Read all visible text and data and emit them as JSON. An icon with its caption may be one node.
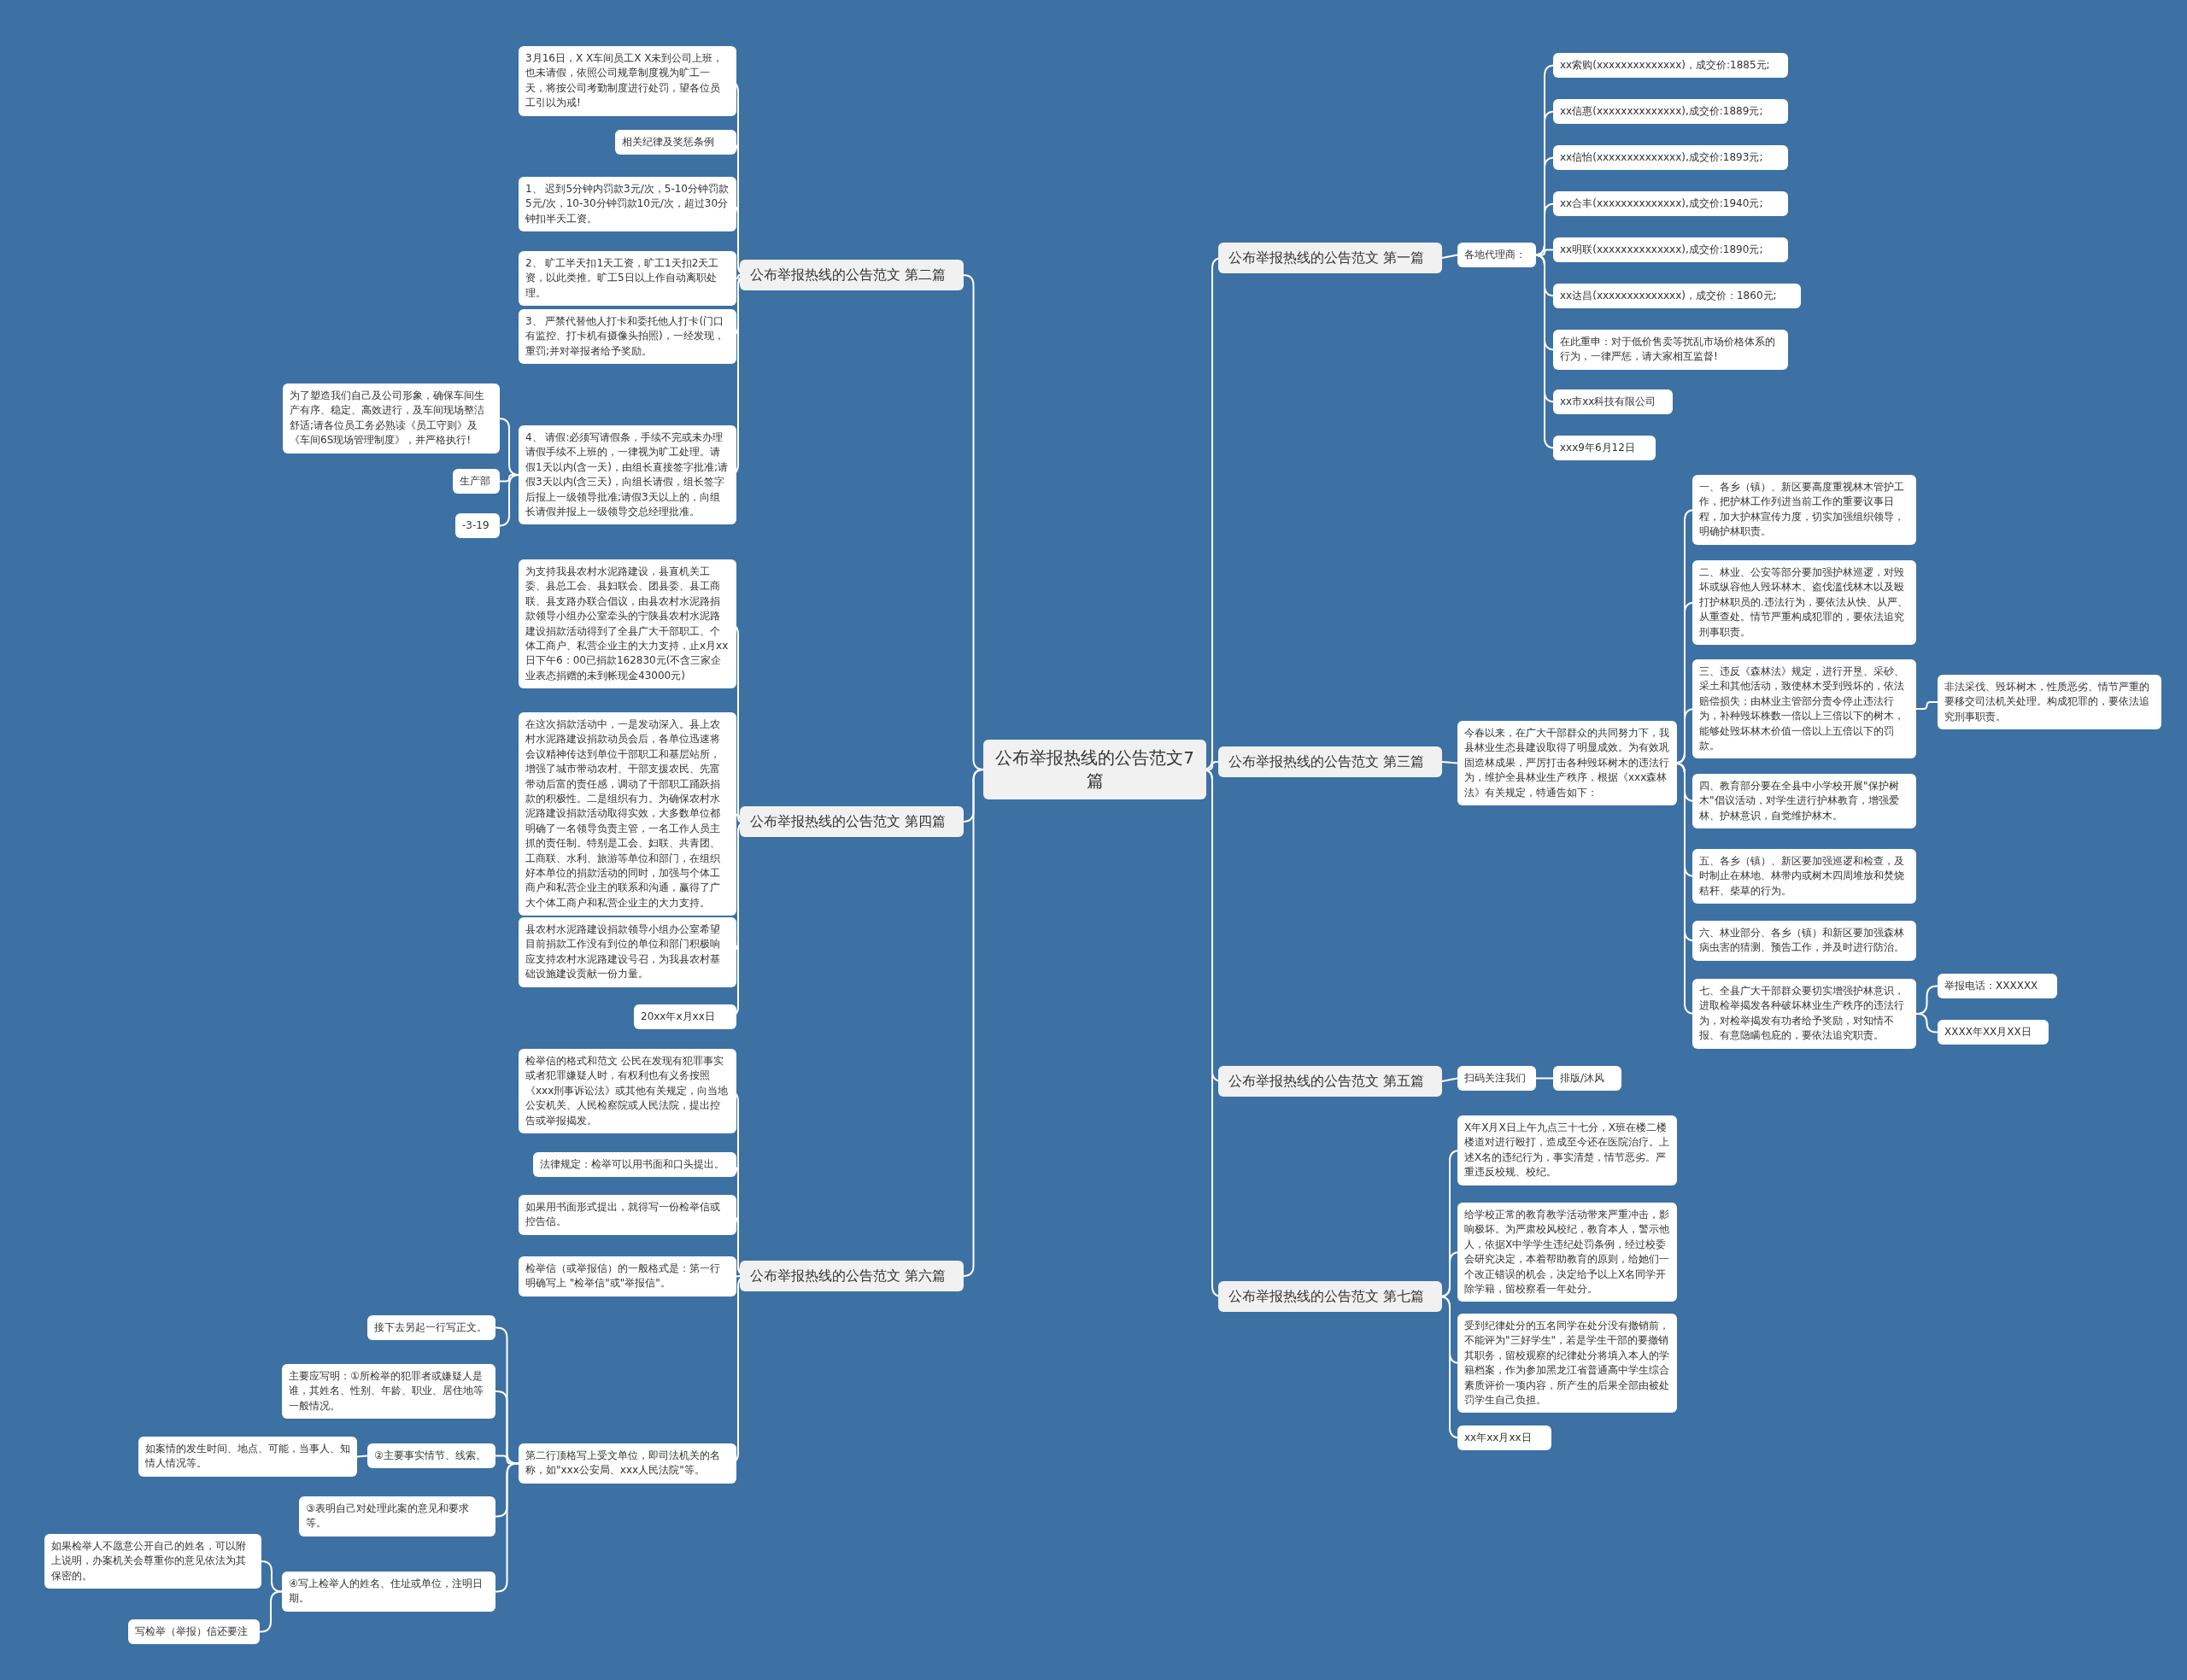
{
  "diagram": {
    "nodes": [
      {
        "text": [
          "公布举报热线的公告范文7篇"
        ]
      },
      {
        "text": [
          "公布举报热线的公告范文 第二篇"
        ]
      },
      {
        "text": [
          "3月16日，X X车间员工X X未到公司上班，也未请假，依照公司规章制度视为旷工一天，将按公司考勤制度进行处罚，望各位员工引以为戒!"
        ]
      },
      {
        "text": [
          "相关纪律及奖惩条例"
        ]
      },
      {
        "text": [
          "1、 迟到5分钟内罚款3元/次，5-10分钟罚款5元/次，10-30分钟罚款10元/次，超过30分钟扣半天工资。"
        ]
      },
      {
        "text": [
          "2、 旷工半天扣1天工资，旷工1天扣2天工资，以此类推。旷工5日以上作自动离职处理。"
        ]
      },
      {
        "text": [
          "3、 严禁代替他人打卡和委托他人打卡(门口有监控、打卡机有摄像头拍照)，一经发现，重罚;并对举报者给予奖励。"
        ]
      },
      {
        "text": [
          "4、 请假:必须写请假条，手续不完或未办理请假手续不上班的，一律视为旷工处理。请假1天以内(含一天)，由组长直接签字批准;请假3天以内(含三天)，向组长请假，组长签字后报上一级领导批准;请假3天以上的，向组长请假并报上一级领导交总经理批准。"
        ]
      },
      {
        "text": [
          "为了塑造我们自己及公司形象，确保车间生产有序、稳定、高效进行，及车间现场整洁舒适;请各位员工务必熟读《员工守则》及《车间6S现场管理制度》，并严格执行!"
        ]
      },
      {
        "text": [
          "生产部"
        ]
      },
      {
        "text": [
          "-3-19"
        ]
      },
      {
        "text": [
          "公布举报热线的公告范文 第四篇"
        ]
      },
      {
        "text": [
          "为支持我县农村水泥路建设，县直机关工委、县总工会、县妇联会、团县委、县工商联、县支路办联合倡议，由县农村水泥路捐款领导小组办公室牵头的宁陕县农村水泥路建设捐款活动得到了全县广大干部职工、个体工商户、私营企业主的大力支持，止x月xx日下午6：00已捐款162830元(不含三家企业表态捐赠的未到帐现金43000元)"
        ]
      },
      {
        "text": [
          "在这次捐款活动中，一是发动深入。县上农村水泥路建设捐款动员会后，各单位迅速将会议精神传达到单位干部职工和基层站所，增强了城市带动农村、干部支援农民、先富带动后富的责任感，调动了干部职工踊跃捐款的积极性。二是组织有力。为确保农村水泥路建设捐款活动取得实效，大多数单位都明确了一名领导负责主管，一名工作人员主抓的责任制。特别是工会、妇联、共青团、工商联、水利、旅游等单位和部门，在组织好本单位的捐款活动的同时，加强与个体工商户和私营企业主的联系和沟通，赢得了广大个体工商户和私营企业主的大力支持。"
        ]
      },
      {
        "text": [
          "县农村水泥路建设捐款领导小组办公室希望目前捐款工作没有到位的单位和部门积极响应支持农村水泥路建设号召，为我县农村基础设施建设贡献一份力量。"
        ]
      },
      {
        "text": [
          "20xx年x月xx日"
        ]
      },
      {
        "text": [
          "公布举报热线的公告范文 第六篇"
        ]
      },
      {
        "text": [
          "检举信的格式和范文  公民在发现有犯罪事实或者犯罪嫌疑人时，有权利也有义务按照《xxx刑事诉讼法》或其他有关规定，向当地公安机关、人民检察院或人民法院，提出控告或举报揭发。"
        ]
      },
      {
        "text": [
          "法律规定：检举可以用书面和口头提出。"
        ]
      },
      {
        "text": [
          "如果用书面形式提出，就得写一份检举信或控告信。"
        ]
      },
      {
        "text": [
          "检举信（或举报信）的一般格式是：第一行明确写上 \"检举信\"或\"举报信\"。"
        ]
      },
      {
        "text": [
          "第二行顶格写上受文单位，即司法机关的名称，如\"xxx公安局、xxx人民法院\"等。"
        ]
      },
      {
        "text": [
          "接下去另起一行写正文。"
        ]
      },
      {
        "text": [
          "主要应写明：①所检举的犯罪者或嫌疑人是谁，其姓名、性别、年龄、职业、居住地等一般情况。"
        ]
      },
      {
        "text": [
          "②主要事实情节、线索。"
        ]
      },
      {
        "text": [
          "如案情的发生时间、地点、可能，当事人、知情人情况等。"
        ]
      },
      {
        "text": [
          "③表明自己对处理此案的意见和要求等。"
        ]
      },
      {
        "text": [
          "④写上检举人的姓名、住址或单位，注明日期。"
        ]
      },
      {
        "text": [
          "如果检举人不愿意公开自己的姓名，可以附上说明，办案机关会尊重你的意见依法为其保密的。"
        ]
      },
      {
        "text": [
          "写检举（举报）信还要注"
        ]
      },
      {
        "text": [
          "公布举报热线的公告范文 第一篇"
        ]
      },
      {
        "text": [
          "各地代理商："
        ]
      },
      {
        "text": [
          "xx索购(xxxxxxxxxxxxxx)，成交价:1885元;"
        ]
      },
      {
        "text": [
          "xx信惠(xxxxxxxxxxxxxx),成交价:1889元;"
        ]
      },
      {
        "text": [
          "xx信怡(xxxxxxxxxxxxxx),成交价:1893元;"
        ]
      },
      {
        "text": [
          "xx合丰(xxxxxxxxxxxxxx),成交价:1940元;"
        ]
      },
      {
        "text": [
          "xx明联(xxxxxxxxxxxxxx),成交价:1890元;"
        ]
      },
      {
        "text": [
          "xx达昌(xxxxxxxxxxxxxx)，成交价：1860元;"
        ]
      },
      {
        "text": [
          "在此重申：对于低价售卖等扰乱市场价格体系的行为，一律严惩，请大家相互监督!"
        ]
      },
      {
        "text": [
          "xx市xx科技有限公司"
        ]
      },
      {
        "text": [
          "xxx9年6月12日"
        ]
      },
      {
        "text": [
          "公布举报热线的公告范文 第三篇"
        ]
      },
      {
        "text": [
          "今春以来，在广大干部群众的共同努力下，我县林业生态县建设取得了明显成效。为有效巩固造林成果，严厉打击各种毁坏树木的违法行为，维护全县林业生产秩序，根据《xxx森林法》有关规定，特通告如下："
        ]
      },
      {
        "text": [
          "一、各乡（镇）、新区要高度重视林木管护工作，把护林工作列进当前工作的重要议事日程，加大护林宣传力度，切实加强组织领导，明确护林职责。"
        ]
      },
      {
        "text": [
          "二、林业、公安等部分要加强护林巡逻，对毁坏或纵容他人毁坏林木、盗伐滥伐林木以及殴打护林职员的.违法行为，要依法从快、从严、从重查处。情节严重构成犯罪的，要依法追究刑事职责。"
        ]
      },
      {
        "text": [
          "三、违反《森林法》规定，进行开垦、采砂、采土和其他活动，致使林木受到毁坏的，依法赔偿损失；由林业主管部分责令停止违法行为，补种毁坏株数一倍以上三倍以下的树木，能够处毁坏林木价值一倍以上五倍以下的罚款。"
        ]
      },
      {
        "text": [
          "四、教育部分要在全县中小学校开展\"保护树木\"倡议活动，对学生进行护林教育，增强爱林、护林意识，自觉维护林木。"
        ]
      },
      {
        "text": [
          "五、各乡（镇）、新区要加强巡逻和检查，及时制止在林地、林带内或树木四周堆放和焚烧秸秆、柴草的行为。"
        ]
      },
      {
        "text": [
          "六、林业部分、各乡（镇）和新区要加强森林病虫害的猜测、预告工作，并及时进行防治。"
        ]
      },
      {
        "text": [
          "七、全县广大干部群众要切实增强护林意识，进取检举揭发各种破坏林业生产秩序的违法行为，对检举揭发有功者给予奖励，对知情不报、有意隐瞒包庇的，要依法追究职责。"
        ]
      },
      {
        "text": [
          "非法采伐、毁坏树木，性质恶劣、情节严重的要移交司法机关处理。构成犯罪的，要依法追究刑事职责。"
        ]
      },
      {
        "text": [
          "举报电话：XXXXXX"
        ]
      },
      {
        "text": [
          "XXXX年XX月XX日"
        ]
      },
      {
        "text": [
          "公布举报热线的公告范文 第五篇"
        ]
      },
      {
        "text": [
          "扫码关注我们"
        ]
      },
      {
        "text": [
          "排版/沐风"
        ]
      },
      {
        "text": [
          "公布举报热线的公告范文 第七篇"
        ]
      },
      {
        "text": [
          "X年X月X日上午九点三十七分，X班在楼二楼楼道对进行殴打，造成至今还在医院治疗。上述X名的违纪行为，事实清楚，情节恶劣。严重违反校规、校纪。"
        ]
      },
      {
        "text": [
          "给学校正常的教育教学活动带来严重冲击，影响极坏。为严肃校风校纪，教育本人，警示他人，依据X中学学生违纪处罚条例，经过校委会研究决定，本着帮助教育的原则，给她们一个改正错误的机会，决定给予以上X名同学开除学籍，留校察看一年处分。"
        ]
      },
      {
        "text": [
          "受到纪律处分的五名同学在处分没有撤销前，不能评为\"三好学生\"，若是学生干部的要撤销其职务，留校观察的纪律处分将填入本人的学籍档案，作为参加黑龙江省普通高中学生综合素质评价一项内容，所产生的后果全部由被处罚学生自己负担。"
        ]
      },
      {
        "text": [
          "xx年xx月xx日"
        ]
      }
    ],
    "edges": [
      {
        "from": 0,
        "to": 1,
        "arrow": "none"
      },
      {
        "from": 1,
        "to": 2,
        "arrow": "none"
      },
      {
        "from": 1,
        "to": 3,
        "arrow": "none"
      },
      {
        "from": 1,
        "to": 4,
        "arrow": "none"
      },
      {
        "from": 1,
        "to": 5,
        "arrow": "none"
      },
      {
        "from": 1,
        "to": 6,
        "arrow": "none"
      },
      {
        "from": 1,
        "to": 7,
        "arrow": "none"
      },
      {
        "from": 7,
        "to": 8,
        "arrow": "none"
      },
      {
        "from": 7,
        "to": 9,
        "arrow": "none"
      },
      {
        "from": 7,
        "to": 10,
        "arrow": "none"
      },
      {
        "from": 0,
        "to": 11,
        "arrow": "none"
      },
      {
        "from": 11,
        "to": 12,
        "arrow": "none"
      },
      {
        "from": 11,
        "to": 13,
        "arrow": "none"
      },
      {
        "from": 11,
        "to": 14,
        "arrow": "none"
      },
      {
        "from": 11,
        "to": 15,
        "arrow": "none"
      },
      {
        "from": 0,
        "to": 16,
        "arrow": "none"
      },
      {
        "from": 16,
        "to": 17,
        "arrow": "none"
      },
      {
        "from": 16,
        "to": 18,
        "arrow": "none"
      },
      {
        "from": 16,
        "to": 19,
        "arrow": "none"
      },
      {
        "from": 16,
        "to": 20,
        "arrow": "none"
      },
      {
        "from": 16,
        "to": 21,
        "arrow": "none"
      },
      {
        "from": 21,
        "to": 22,
        "arrow": "none"
      },
      {
        "from": 21,
        "to": 23,
        "arrow": "none"
      },
      {
        "from": 21,
        "to": 24,
        "arrow": "none"
      },
      {
        "from": 24,
        "to": 25,
        "arrow": "none"
      },
      {
        "from": 21,
        "to": 26,
        "arrow": "none"
      },
      {
        "from": 21,
        "to": 27,
        "arrow": "none"
      },
      {
        "from": 27,
        "to": 28,
        "arrow": "none"
      },
      {
        "from": 27,
        "to": 29,
        "arrow": "none"
      },
      {
        "from": 0,
        "to": 30,
        "arrow": "none"
      },
      {
        "from": 30,
        "to": 31,
        "arrow": "none"
      },
      {
        "from": 31,
        "to": 32,
        "arrow": "none"
      },
      {
        "from": 31,
        "to": 33,
        "arrow": "none"
      },
      {
        "from": 31,
        "to": 34,
        "arrow": "none"
      },
      {
        "from": 31,
        "to": 35,
        "arrow": "none"
      },
      {
        "from": 31,
        "to": 36,
        "arrow": "none"
      },
      {
        "from": 31,
        "to": 37,
        "arrow": "none"
      },
      {
        "from": 31,
        "to": 38,
        "arrow": "none"
      },
      {
        "from": 31,
        "to": 39,
        "arrow": "none"
      },
      {
        "from": 31,
        "to": 40,
        "arrow": "none"
      },
      {
        "from": 0,
        "to": 41,
        "arrow": "none"
      },
      {
        "from": 41,
        "to": 42,
        "arrow": "none"
      },
      {
        "from": 42,
        "to": 43,
        "arrow": "none"
      },
      {
        "from": 42,
        "to": 44,
        "arrow": "none"
      },
      {
        "from": 42,
        "to": 45,
        "arrow": "none"
      },
      {
        "from": 42,
        "to": 46,
        "arrow": "none"
      },
      {
        "from": 42,
        "to": 47,
        "arrow": "none"
      },
      {
        "from": 42,
        "to": 48,
        "arrow": "none"
      },
      {
        "from": 42,
        "to": 49,
        "arrow": "none"
      },
      {
        "from": 45,
        "to": 50,
        "arrow": "none"
      },
      {
        "from": 49,
        "to": 51,
        "arrow": "none"
      },
      {
        "from": 49,
        "to": 52,
        "arrow": "none"
      },
      {
        "from": 0,
        "to": 53,
        "arrow": "none"
      },
      {
        "from": 53,
        "to": 54,
        "arrow": "none"
      },
      {
        "from": 54,
        "to": 55,
        "arrow": "none"
      },
      {
        "from": 0,
        "to": 56,
        "arrow": "none"
      },
      {
        "from": 56,
        "to": 57,
        "arrow": "none"
      },
      {
        "from": 56,
        "to": 58,
        "arrow": "none"
      },
      {
        "from": 56,
        "to": 59,
        "arrow": "none"
      },
      {
        "from": 56,
        "to": 60,
        "arrow": "none"
      }
    ]
  }
}
